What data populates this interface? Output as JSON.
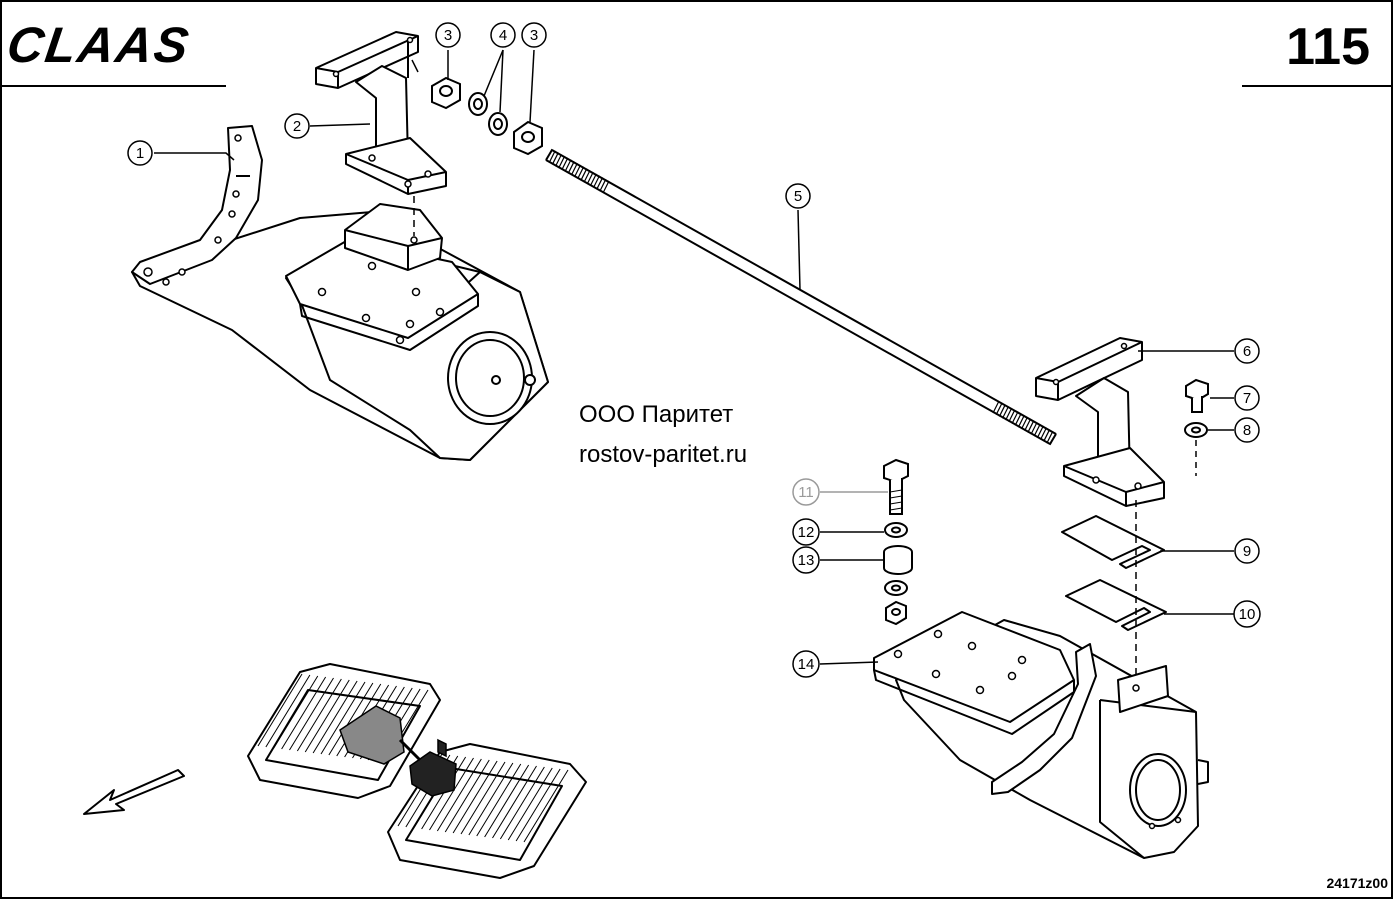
{
  "header": {
    "logo_text": "CLAAS",
    "page_number": "115"
  },
  "watermark": {
    "line1": "ООО Паритет",
    "line2": "rostov-paritet.ru"
  },
  "callouts": [
    {
      "id": "1",
      "label": "1",
      "muted": false
    },
    {
      "id": "2",
      "label": "2",
      "muted": false
    },
    {
      "id": "3a",
      "label": "3",
      "muted": false
    },
    {
      "id": "4",
      "label": "4",
      "muted": false
    },
    {
      "id": "3b",
      "label": "3",
      "muted": false
    },
    {
      "id": "5",
      "label": "5",
      "muted": false
    },
    {
      "id": "6",
      "label": "6",
      "muted": false
    },
    {
      "id": "7",
      "label": "7",
      "muted": false
    },
    {
      "id": "8",
      "label": "8",
      "muted": false
    },
    {
      "id": "9",
      "label": "9",
      "muted": false
    },
    {
      "id": "10",
      "label": "10",
      "muted": false
    },
    {
      "id": "11",
      "label": "11",
      "muted": true
    },
    {
      "id": "12",
      "label": "12",
      "muted": false
    },
    {
      "id": "13",
      "label": "13",
      "muted": false
    },
    {
      "id": "14",
      "label": "14",
      "muted": false
    }
  ],
  "footer": {
    "drawing_code": "24171z00"
  },
  "colors": {
    "line": "#000000",
    "muted": "#9a9a9a",
    "background": "#ffffff",
    "tint": "#f2f2f2"
  }
}
